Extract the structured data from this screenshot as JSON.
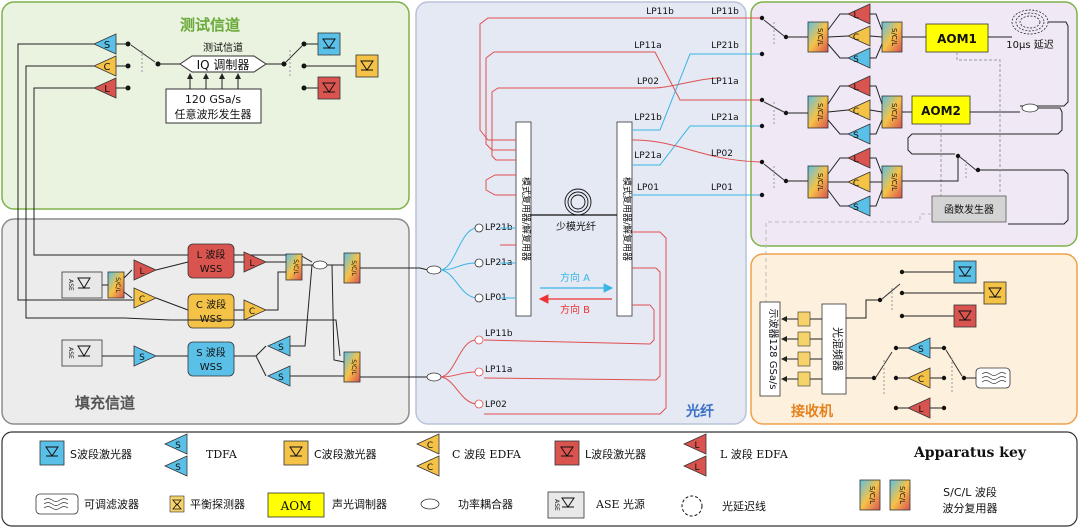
{
  "regions": {
    "test_channel": "测试信道",
    "fill_channel": "填充信道",
    "fiber": "光纤",
    "receiver": "接收机"
  },
  "modulator": {
    "top_label": "测试信道",
    "name": "IQ 调制器",
    "awg_line1": "120 GSa/s",
    "awg_line2": "任意波形发生器"
  },
  "letters": {
    "s": "S",
    "c": "C",
    "l": "L"
  },
  "wss": {
    "l": [
      "L 波段",
      "WSS"
    ],
    "c": [
      "C 波段",
      "WSS"
    ],
    "s": [
      "S 波段",
      "WSS"
    ]
  },
  "ase": "ASE",
  "scl_mux": "S/C/L",
  "mux_demux": "模式复用器/解复用器",
  "fmf": "少模光纤",
  "direction_a": "方向 A",
  "direction_b": "方向 B",
  "ports_left": [
    "LP21b",
    "LP21a",
    "LP01",
    "LP11b",
    "LP11a",
    "LP02"
  ],
  "ports_right": [
    "LP11b",
    "LP11a",
    "LP02",
    "LP21b",
    "LP21a",
    "LP01"
  ],
  "ports_far": [
    "LP11b",
    "LP21b",
    "LP11a",
    "LP21a",
    "LP02",
    "LP01"
  ],
  "aom1": "AOM1",
  "aom2": "AOM2",
  "delay": "10μs 延迟",
  "func_gen": "函数发生器",
  "oscilloscope": "示波器128 GSa/s",
  "hybrid": "光混频器",
  "key": {
    "title": "Apparatus key",
    "s_laser": "S波段激光器",
    "tdfa": "TDFA",
    "c_laser": "C波段激光器",
    "c_edfa": "C 波段 EDFA",
    "l_laser": "L波段激光器",
    "l_edfa": "L 波段 EDFA",
    "filter": "可调滤波器",
    "bpd": "平衡探测器",
    "aom": "AOM",
    "aom_desc": "声光调制器",
    "coupler": "功率耦合器",
    "ase": "ASE 光源",
    "delay_line": "光延迟线",
    "scl_line1": "S/C/L 波段",
    "scl_line2": "波分复用器"
  },
  "colors": {
    "s_band": "#5bc0e8",
    "c_band": "#f5c248",
    "l_band": "#d9534f",
    "test_bg": "#eaf3df",
    "test_border": "#7fb24a",
    "fill_bg": "#ececec",
    "fill_border": "#8c8c8c",
    "fiber_bg": "#e4e9f4",
    "fiber_border": "#b9c3d9",
    "rx_bg": "#fdf0dc",
    "rx_border": "#f0a04b",
    "aom": "#ffff00",
    "red_fiber": "#e05050",
    "blue_fiber": "#38b5e5"
  }
}
